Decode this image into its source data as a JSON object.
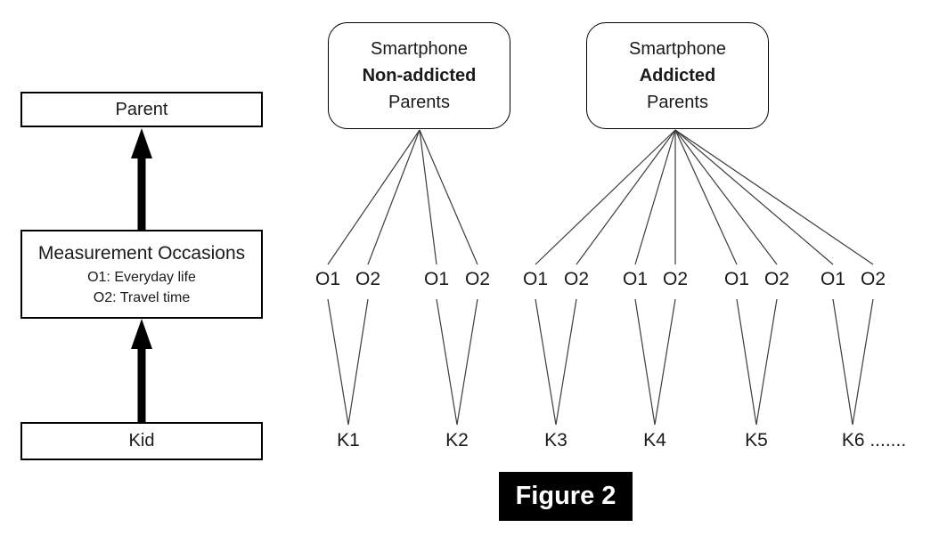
{
  "left_panel": {
    "parent_label": "Parent",
    "measurement_title": "Measurement Occasions",
    "measurement_o1": "O1: Everyday life",
    "measurement_o2": "O2: Travel time",
    "kid_label": "Kid"
  },
  "parent_groups": [
    {
      "line1": "Smartphone",
      "line2": "Non-addicted",
      "line3": "Parents"
    },
    {
      "line1": "Smartphone",
      "line2": "Addicted",
      "line3": "Parents"
    }
  ],
  "occasions": [
    "O1",
    "O2",
    "O1",
    "O2",
    "O1",
    "O2",
    "O1",
    "O2",
    "O1",
    "O2",
    "O1",
    "O2"
  ],
  "kids": [
    "K1",
    "K2",
    "K3",
    "K4",
    "K5",
    "K6 ......."
  ],
  "figure": {
    "label": "Figure 2"
  },
  "colors": {
    "line": "#3c3c3c",
    "border": "#000000",
    "arrow": "#000000",
    "figure_bg": "#000000",
    "figure_fg": "#ffffff"
  }
}
